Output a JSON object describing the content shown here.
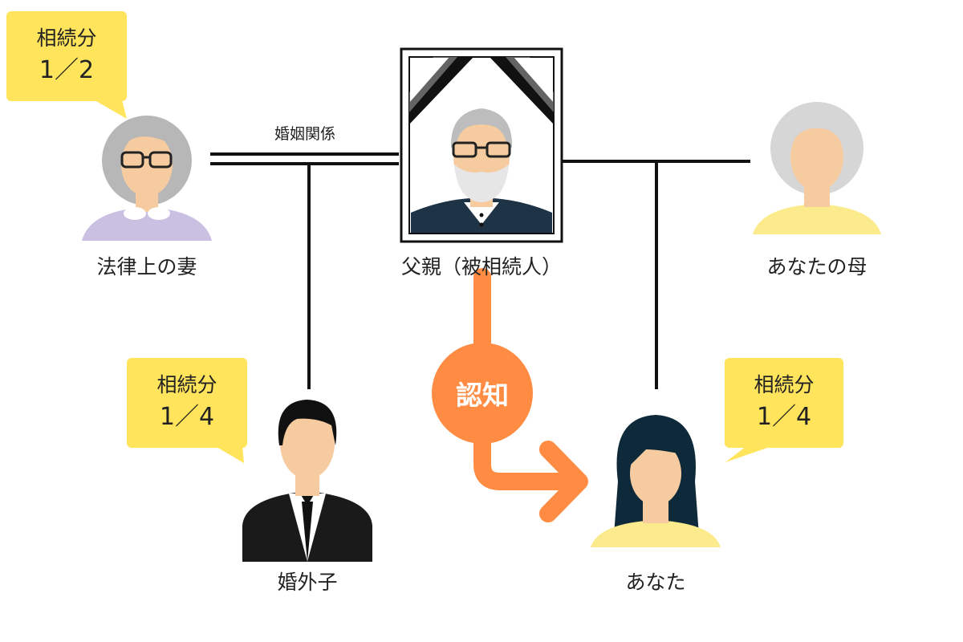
{
  "people": {
    "wife": {
      "label": "法律上の妻"
    },
    "father": {
      "label": "父親（被相続人）"
    },
    "mother": {
      "label": "あなたの母"
    },
    "illegitimate_child": {
      "label": "婚外子"
    },
    "you": {
      "label": "あなた"
    }
  },
  "relations": {
    "marriage_label": "婚姻関係",
    "recognition_label": "認知"
  },
  "shares": {
    "wife": {
      "title": "相続分",
      "value": "1／2"
    },
    "illegitimate_child": {
      "title": "相続分",
      "value": "1／4"
    },
    "you": {
      "title": "相続分",
      "value": "1／4"
    }
  },
  "colors": {
    "bubble": "#FFE45C",
    "recognition_arrow": "#FF8C42",
    "line": "#111111"
  },
  "icons": {
    "wife": "elderly-woman-with-glasses-icon",
    "father": "memorial-portrait-elderly-man-icon",
    "mother": "elderly-woman-icon",
    "illegitimate_child": "businessman-icon",
    "you": "young-woman-icon"
  }
}
